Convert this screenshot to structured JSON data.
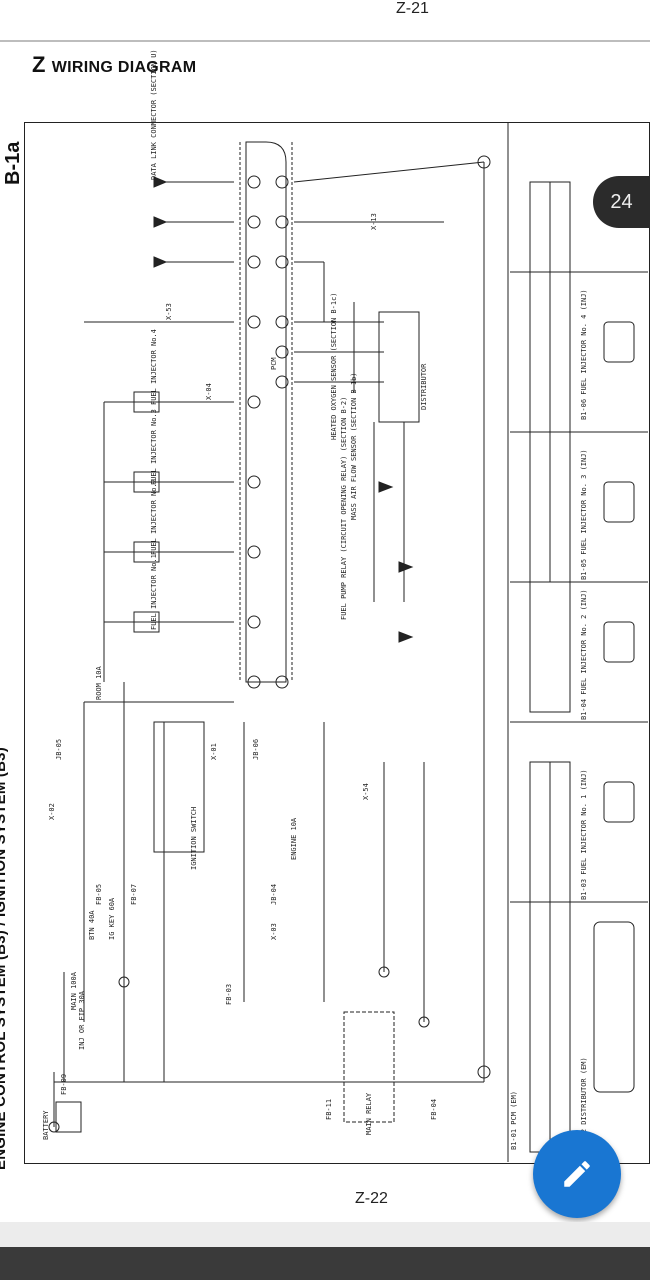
{
  "page": {
    "top_page_number": "Z-21",
    "bottom_page_number": "Z-22",
    "section_tag": "B-1a",
    "heading_letter": "Z",
    "heading_text": "WIRING DIAGRAM",
    "side_title": "ENGINE CONTROL SYSTEM (B3) / IGNITION SYSTEM (B3)",
    "page_badge": "24"
  },
  "icons": {
    "edit_fab": "pencil-icon"
  },
  "colors": {
    "fab": "#1976d2",
    "badge": "#2b2b2b",
    "line": "#222222"
  },
  "labels": {
    "battery": "BATTERY",
    "main_relay": "MAIN RELAY",
    "ignition_switch": "IGNITION SWITCH",
    "pcm": "PCM",
    "distributor": "DISTRIBUTOR",
    "data_link": "DATA LINK CONNECTOR (SECTION U)",
    "heated_oxygen": "HEATED OXYGEN SENSOR (SECTION B-1c)",
    "maf": "MASS AIR FLOW SENSOR (SECTION B-1b)",
    "fuel_pump_relay": "FUEL PUMP RELAY (CIRCUIT OPENING RELAY) (SECTION B-2)",
    "main_fuse": "MAIN 100A",
    "btn_fuse": "BTN 40A",
    "ig_key_fuse": "IG KEY 60A",
    "inj_fuse": "INJ OR FIP 30A",
    "room_fuse": "ROOM 10A",
    "engine_fuse": "ENGINE 10A",
    "inj1": "FUEL INJECTOR No.1",
    "inj2": "FUEL INJECTOR No.2",
    "inj3": "FUEL INJECTOR No.3",
    "inj4": "FUEL INJECTOR No.4",
    "conn_b1_01": "B1-01 PCM (EM)",
    "conn_b1_02": "B1-02 DISTRIBUTOR (EM)",
    "conn_b1_03": "B1-03 FUEL INJECTOR No. 1 (INJ)",
    "conn_b1_04": "B1-04 FUEL INJECTOR No. 2 (INJ)",
    "conn_b1_05": "B1-05 FUEL INJECTOR No. 3 (INJ)",
    "conn_b1_06": "B1-06 FUEL INJECTOR No. 4 (INJ)",
    "fb09": "FB-09",
    "fb05": "FB-05",
    "fb07": "FB-07",
    "fb03": "FB-03",
    "fb11": "FB-11",
    "fb04": "FB-04",
    "jb05": "JB-05",
    "jb06": "JB-06",
    "jb04": "JB-04",
    "x01": "X-01",
    "x02": "X-02",
    "x03": "X-03",
    "x04": "X-04",
    "x13": "X-13",
    "x53": "X-53",
    "x54": "X-54"
  }
}
